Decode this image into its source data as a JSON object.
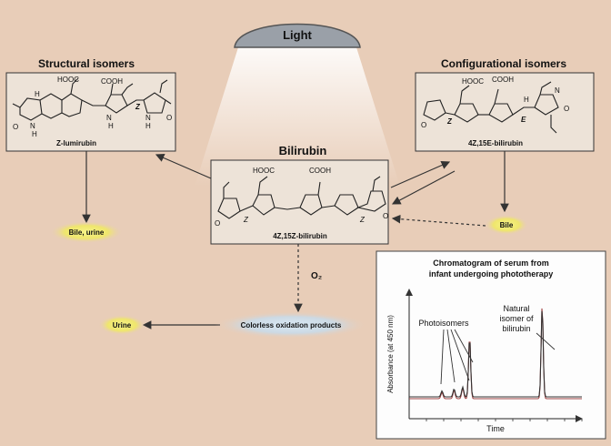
{
  "light": {
    "label": "Light"
  },
  "structural": {
    "heading": "Structural isomers",
    "compound": "Z-lumirubin",
    "groups": {
      "acid1": "HOOC",
      "acid2": "COOH",
      "h": "H",
      "config": "Z",
      "nh1": "N",
      "nh1h": "H",
      "nh2": "N",
      "nh2h": "H",
      "n3": "N",
      "n3h": "H",
      "o1": "O",
      "o2": "O"
    }
  },
  "configurational": {
    "heading": "Configurational isomers",
    "compound": "4Z,15E-bilirubin",
    "groups": {
      "acid1": "HOOC",
      "acid2": "COOH",
      "h": "H",
      "config1": "Z",
      "config2": "E",
      "o1": "O",
      "o2": "O",
      "n": "N"
    }
  },
  "bilirubin": {
    "heading": "Bilirubin",
    "compound": "4Z,15Z-bilirubin",
    "groups": {
      "acid1": "HOOC",
      "acid2": "COOH",
      "config1": "Z",
      "config2": "Z",
      "o1": "O",
      "o2": "O"
    }
  },
  "outcomes": {
    "bile_urine": "Bile, urine",
    "bile": "Bile",
    "urine": "Urine",
    "oxygen": "O₂",
    "oxidation": "Colorless oxidation products"
  },
  "chart_data": {
    "type": "line",
    "title": "Chromatogram of serum from infant undergoing phototherapy",
    "xlabel": "Time",
    "ylabel": "Absorbance (at 450 nm)",
    "annotations": [
      "Photoisomers",
      "Natural isomer of bilirubin"
    ],
    "peaks": [
      {
        "label": "Photoisomers",
        "x": 0.19,
        "height": 0.06
      },
      {
        "label": "Photoisomers",
        "x": 0.26,
        "height": 0.08
      },
      {
        "label": "Photoisomers",
        "x": 0.31,
        "height": 0.1
      },
      {
        "label": "Photoisomers",
        "x": 0.35,
        "height": 0.6
      },
      {
        "label": "Natural isomer of bilirubin",
        "x": 0.77,
        "height": 0.9
      }
    ]
  },
  "chart_labels": {
    "photoisomers": "Photoisomers",
    "natural_1": "Natural",
    "natural_2": "isomer of",
    "natural_3": "bilirubin",
    "title_1": "Chromatogram of serum from",
    "title_2": "infant undergoing phototherapy"
  },
  "colors": {
    "background": "#e8cdb8",
    "panel": "#ede3d8",
    "lamp": "#9aa0a8",
    "highlight": "#f2ef7a"
  }
}
